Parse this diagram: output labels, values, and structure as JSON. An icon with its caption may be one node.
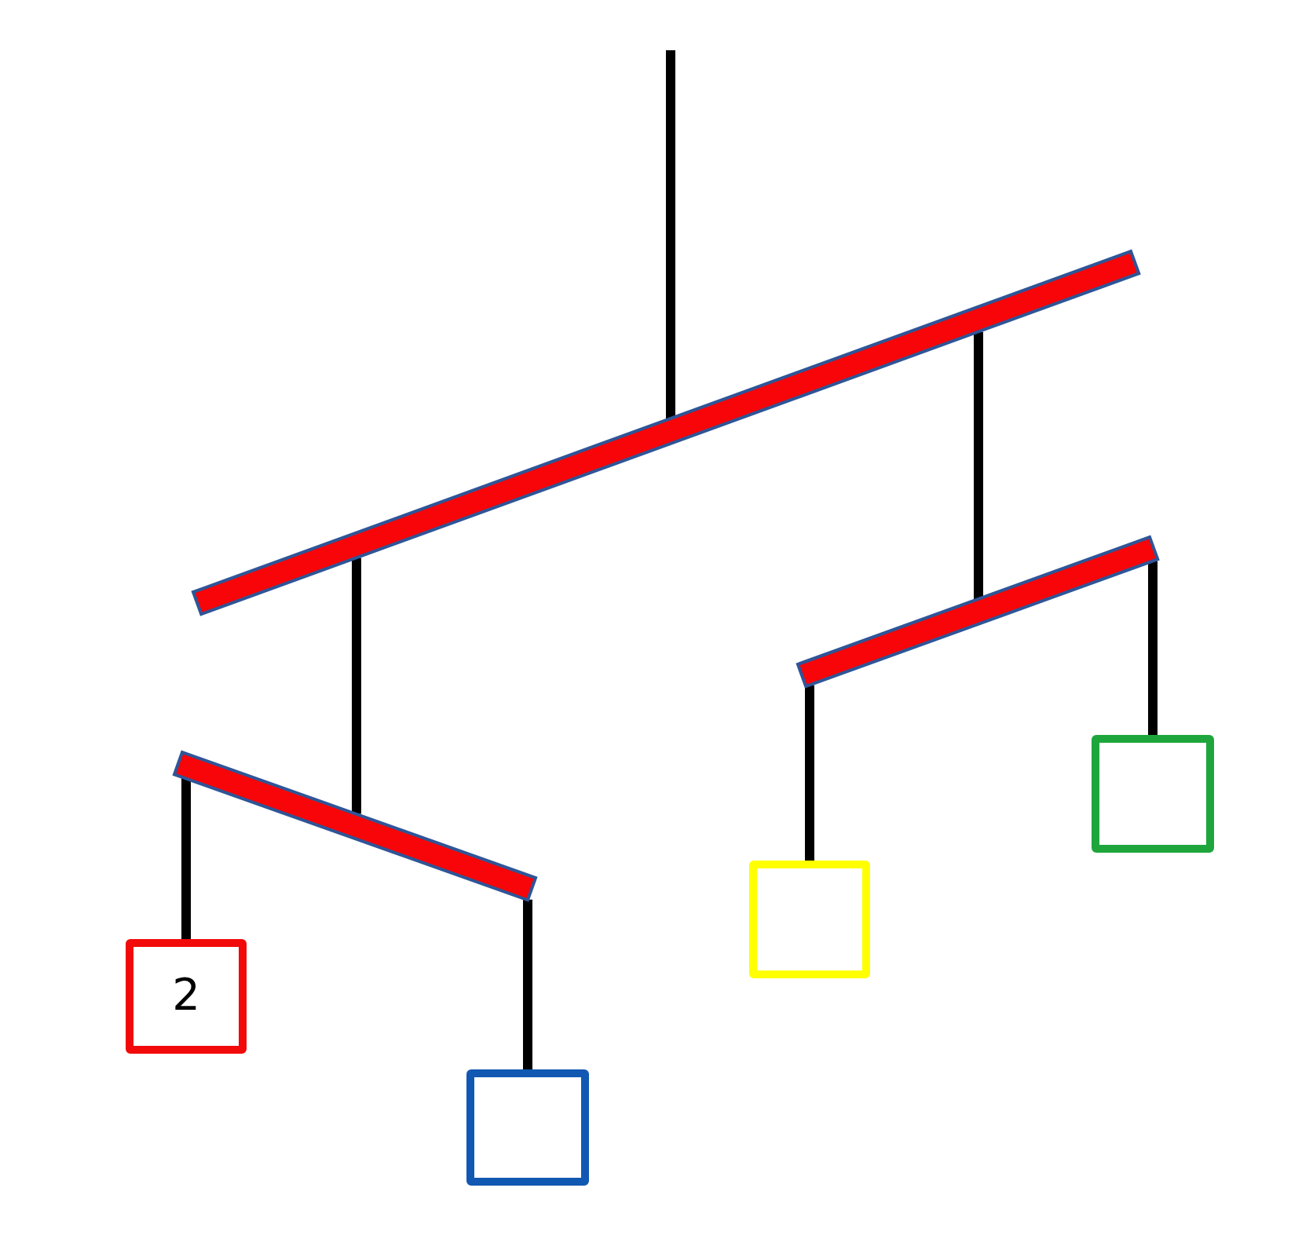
{
  "diagram": {
    "nodes": [
      {
        "text": [],
        "shape": "bar"
      },
      {
        "text": [],
        "shape": "bar"
      },
      {
        "text": [],
        "shape": "bar"
      },
      {
        "text": [
          "2"
        ]
      },
      {
        "text": [],
        "shape": "box"
      },
      {
        "text": [],
        "shape": "box"
      },
      {
        "text": [],
        "shape": "box"
      }
    ],
    "edges": [
      {
        "from": null,
        "to": 0,
        "arrow": "none"
      },
      {
        "from": 0,
        "to": 1,
        "arrow": "none"
      },
      {
        "from": 0,
        "to": 2,
        "arrow": "none"
      },
      {
        "from": 1,
        "to": 3,
        "arrow": "none"
      },
      {
        "from": 1,
        "to": 4,
        "arrow": "none"
      },
      {
        "from": 2,
        "to": 5,
        "arrow": "none"
      },
      {
        "from": 2,
        "to": 6,
        "arrow": "none"
      }
    ]
  }
}
